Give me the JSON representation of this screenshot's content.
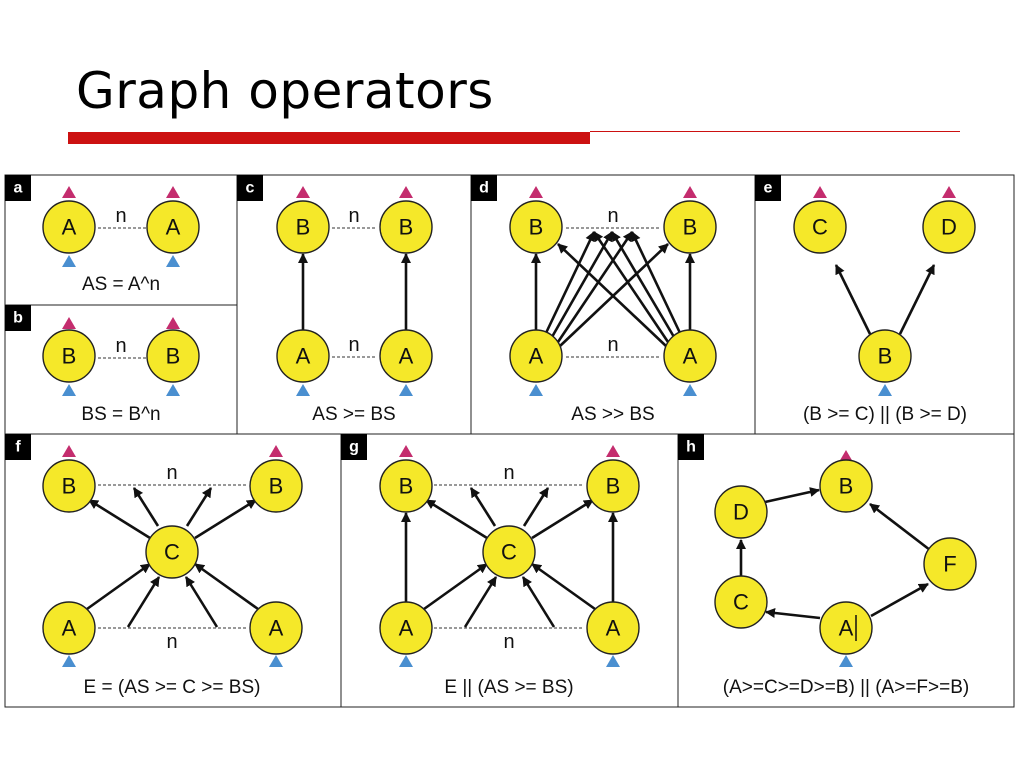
{
  "slide": {
    "title": "Graph operators"
  },
  "panels": [
    {
      "id": "a",
      "caption": "AS = A^n",
      "nodes": [
        "A",
        "A"
      ],
      "repeat_label": "n"
    },
    {
      "id": "b",
      "caption": "BS = B^n",
      "nodes": [
        "B",
        "B"
      ],
      "repeat_label": "n"
    },
    {
      "id": "c",
      "caption": "AS >= BS",
      "nodes": [
        "B",
        "B",
        "A",
        "A"
      ],
      "repeat_labels": [
        "n",
        "n"
      ]
    },
    {
      "id": "d",
      "caption": "AS >> BS",
      "nodes": [
        "B",
        "B",
        "A",
        "A"
      ],
      "repeat_labels": [
        "n",
        "n"
      ]
    },
    {
      "id": "e",
      "caption": "(B >= C) || (B >= D)",
      "nodes": [
        "C",
        "D",
        "B"
      ]
    },
    {
      "id": "f",
      "caption": "E = (AS >= C >= BS)",
      "nodes": [
        "B",
        "B",
        "C",
        "A",
        "A"
      ],
      "repeat_labels": [
        "n",
        "n"
      ]
    },
    {
      "id": "g",
      "caption": "E || (AS >= BS)",
      "nodes": [
        "B",
        "B",
        "C",
        "A",
        "A"
      ],
      "repeat_labels": [
        "n",
        "n"
      ]
    },
    {
      "id": "h",
      "caption": "(A>=C>=D>=B) || (A>=F>=B)",
      "nodes": [
        "B",
        "D",
        "F",
        "C",
        "A"
      ]
    }
  ],
  "colors": {
    "node_fill": "#f5e829",
    "input_marker": "#4a8fd0",
    "output_marker": "#c42d6e",
    "title_rule": "#cc1111"
  }
}
